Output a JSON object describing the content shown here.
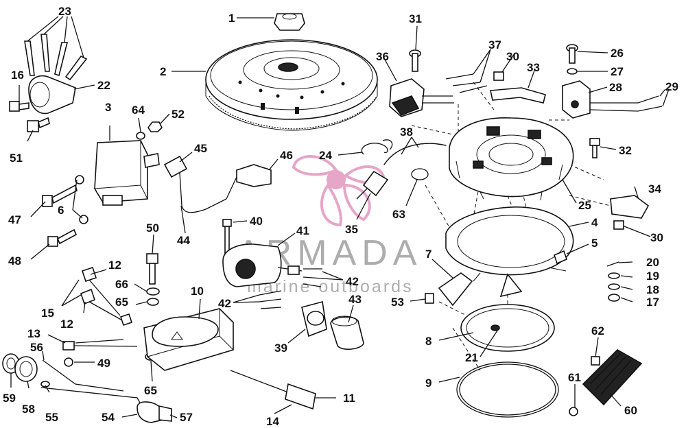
{
  "watermark": {
    "brand": "ARMADA",
    "tagline": "marine outboards",
    "logo_color": "#e6a6c8",
    "text_color": "#6b6b6b"
  },
  "callouts": [
    {
      "id": "c1",
      "text": "1"
    },
    {
      "id": "c2",
      "text": "2"
    },
    {
      "id": "c3",
      "text": "3"
    },
    {
      "id": "c4",
      "text": "4"
    },
    {
      "id": "c5",
      "text": "5"
    },
    {
      "id": "c6",
      "text": "6"
    },
    {
      "id": "c7",
      "text": "7"
    },
    {
      "id": "c8",
      "text": "8"
    },
    {
      "id": "c9",
      "text": "9"
    },
    {
      "id": "c10",
      "text": "10"
    },
    {
      "id": "c11",
      "text": "11"
    },
    {
      "id": "c12a",
      "text": "12"
    },
    {
      "id": "c12b",
      "text": "12"
    },
    {
      "id": "c13",
      "text": "13"
    },
    {
      "id": "c14",
      "text": "14"
    },
    {
      "id": "c15",
      "text": "15"
    },
    {
      "id": "c16",
      "text": "16"
    },
    {
      "id": "c17",
      "text": "17"
    },
    {
      "id": "c18",
      "text": "18"
    },
    {
      "id": "c19",
      "text": "19"
    },
    {
      "id": "c20",
      "text": "20"
    },
    {
      "id": "c21",
      "text": "21"
    },
    {
      "id": "c22",
      "text": "22"
    },
    {
      "id": "c23",
      "text": "23"
    },
    {
      "id": "c24",
      "text": "24"
    },
    {
      "id": "c25",
      "text": "25"
    },
    {
      "id": "c26",
      "text": "26"
    },
    {
      "id": "c27",
      "text": "27"
    },
    {
      "id": "c28",
      "text": "28"
    },
    {
      "id": "c29",
      "text": "29"
    },
    {
      "id": "c30a",
      "text": "30"
    },
    {
      "id": "c30b",
      "text": "30"
    },
    {
      "id": "c31",
      "text": "31"
    },
    {
      "id": "c32",
      "text": "32"
    },
    {
      "id": "c33",
      "text": "33"
    },
    {
      "id": "c34",
      "text": "34"
    },
    {
      "id": "c35",
      "text": "35"
    },
    {
      "id": "c36",
      "text": "36"
    },
    {
      "id": "c37",
      "text": "37"
    },
    {
      "id": "c38",
      "text": "38"
    },
    {
      "id": "c39",
      "text": "39"
    },
    {
      "id": "c40",
      "text": "40"
    },
    {
      "id": "c41",
      "text": "41"
    },
    {
      "id": "c42a",
      "text": "42"
    },
    {
      "id": "c42b",
      "text": "42"
    },
    {
      "id": "c43",
      "text": "43"
    },
    {
      "id": "c44",
      "text": "44"
    },
    {
      "id": "c45",
      "text": "45"
    },
    {
      "id": "c46",
      "text": "46"
    },
    {
      "id": "c47",
      "text": "47"
    },
    {
      "id": "c48",
      "text": "48"
    },
    {
      "id": "c49",
      "text": "49"
    },
    {
      "id": "c50",
      "text": "50"
    },
    {
      "id": "c51",
      "text": "51"
    },
    {
      "id": "c52",
      "text": "52"
    },
    {
      "id": "c53",
      "text": "53"
    },
    {
      "id": "c54",
      "text": "54"
    },
    {
      "id": "c55",
      "text": "55"
    },
    {
      "id": "c56",
      "text": "56"
    },
    {
      "id": "c57",
      "text": "57"
    },
    {
      "id": "c58",
      "text": "58"
    },
    {
      "id": "c59",
      "text": "59"
    },
    {
      "id": "c60",
      "text": "60"
    },
    {
      "id": "c61",
      "text": "61"
    },
    {
      "id": "c62",
      "text": "62"
    },
    {
      "id": "c63",
      "text": "63"
    },
    {
      "id": "c64",
      "text": "64"
    },
    {
      "id": "c65a",
      "text": "65"
    },
    {
      "id": "c65b",
      "text": "65"
    },
    {
      "id": "c66",
      "text": "66"
    }
  ]
}
